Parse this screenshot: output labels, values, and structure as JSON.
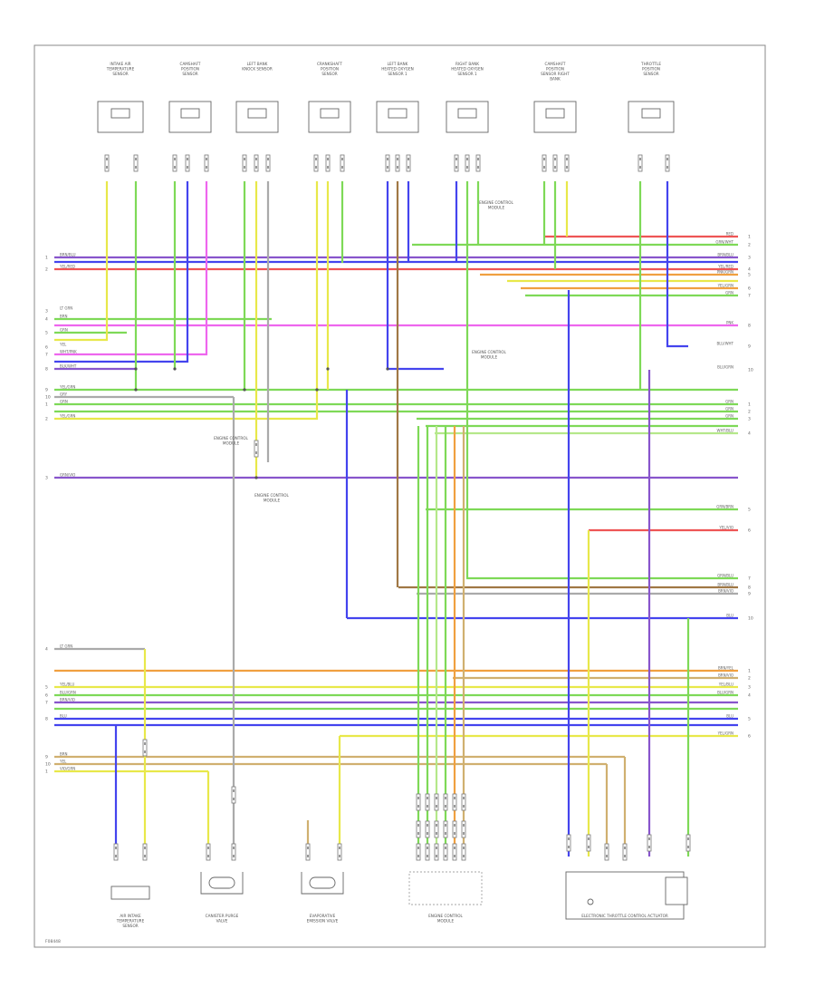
{
  "colors": {
    "yellow": "#e8e84a",
    "green": "#7ed957",
    "blue": "#4444ee",
    "red": "#ee5555",
    "pink": "#ee66ee",
    "brown": "#a07845",
    "gray": "#aaaaaa",
    "orange": "#f0a040",
    "violet": "#8855cc",
    "tan": "#d0b070",
    "ltgreen": "#b5e88a"
  },
  "footer": {
    "code": "F08448"
  },
  "components": [
    {
      "id": "c1",
      "label": "INTAKE AIR TEMPERATURE SENSOR",
      "icon": "sensor-icon"
    },
    {
      "id": "c2",
      "label": "CAMSHAFT POSITION SENSOR",
      "icon": "sensor-icon"
    },
    {
      "id": "c3",
      "label": "LEFT BANK KNOCK SENSOR",
      "icon": "sensor-icon"
    },
    {
      "id": "c4",
      "label": "CRANKSHAFT POSITION SENSOR",
      "icon": "sensor-icon"
    },
    {
      "id": "c5",
      "label": "LEFT BANK HEATED OXYGEN SENSOR 1",
      "icon": "sensor-icon"
    },
    {
      "id": "c6",
      "label": "RIGHT BANK HEATED OXYGEN SENSOR 1",
      "icon": "sensor-icon"
    },
    {
      "id": "c7",
      "label": "CAMSHAFT POSITION SENSOR RIGHT BANK",
      "icon": "sensor-icon"
    },
    {
      "id": "c8",
      "label": "THROTTLE POSITION SENSOR",
      "icon": "sensor-icon"
    },
    {
      "id": "b1",
      "label": "AIR INTAKE TEMPERATURE SENSOR",
      "icon": "sensor-icon"
    },
    {
      "id": "b2",
      "label": "CANISTER PURGE VALVE",
      "icon": "valve-icon"
    },
    {
      "id": "b3",
      "label": "EVAPORATIVE EMISSION VALVE",
      "icon": "valve-icon"
    },
    {
      "id": "b4",
      "label": "ENGINE CONTROL MODULE",
      "icon": "module-icon"
    },
    {
      "id": "b5",
      "label": "ELECTRONIC THROTTLE CONTROL ACTUATOR",
      "icon": "actuator-icon"
    }
  ],
  "notes": [
    {
      "id": "n1",
      "text": "ENGINE CONTROL MODULE"
    },
    {
      "id": "n2",
      "text": "ENGINE CONTROL MODULE"
    },
    {
      "id": "n3",
      "text": "ENGINE CONTROL MODULE"
    },
    {
      "id": "n4",
      "text": "ENGINE CONTROL MODULE"
    }
  ],
  "wire_labels": {
    "h1": "BRN/BLU",
    "h2": "YEL/RED",
    "h3": "LT GRN",
    "h4": "BRN",
    "h5": "GRN",
    "h6": "YEL",
    "h7": "WHT/PNK",
    "h8": "BLK/WHT",
    "h9": "YEL/GRN",
    "h10": "GRY",
    "h11": "GRN",
    "h12": "YEL/GRN",
    "h13": "GRN/VIO",
    "h14": "LT GRN",
    "h15": "YEL/BLU",
    "h16": "BLU/GRN",
    "h17": "BRN/VIO",
    "h18": "BLU",
    "h19": "BRN",
    "h20": "YEL",
    "h21": "VIO/GRN",
    "r1": "RED",
    "r2": "GRN/WHT",
    "r3": "BRN/BLU",
    "r4": "YEL/RED",
    "r5": "PNK/GRN",
    "r6": "YEL/GRN",
    "r7": "GRN",
    "r8": "PNK",
    "r9": "BLU/WHT",
    "r10": "BLU/GRN",
    "r11": "GRN",
    "r12": "GRN",
    "r13": "GRN",
    "r14": "WHT/BLU",
    "r15": "GRN/BRN",
    "r16": "YEL/VIO",
    "r17": "GRN/BLU",
    "r18": "BRN/BLU",
    "r19": "BRN/VIO",
    "r20": "BLU",
    "r21": "BRN/YEL",
    "r22": "BRN/VIO",
    "r23": "YEL/BLU",
    "r24": "BLU/GRN",
    "r25": "BLU",
    "r26": "YEL/GRN"
  }
}
